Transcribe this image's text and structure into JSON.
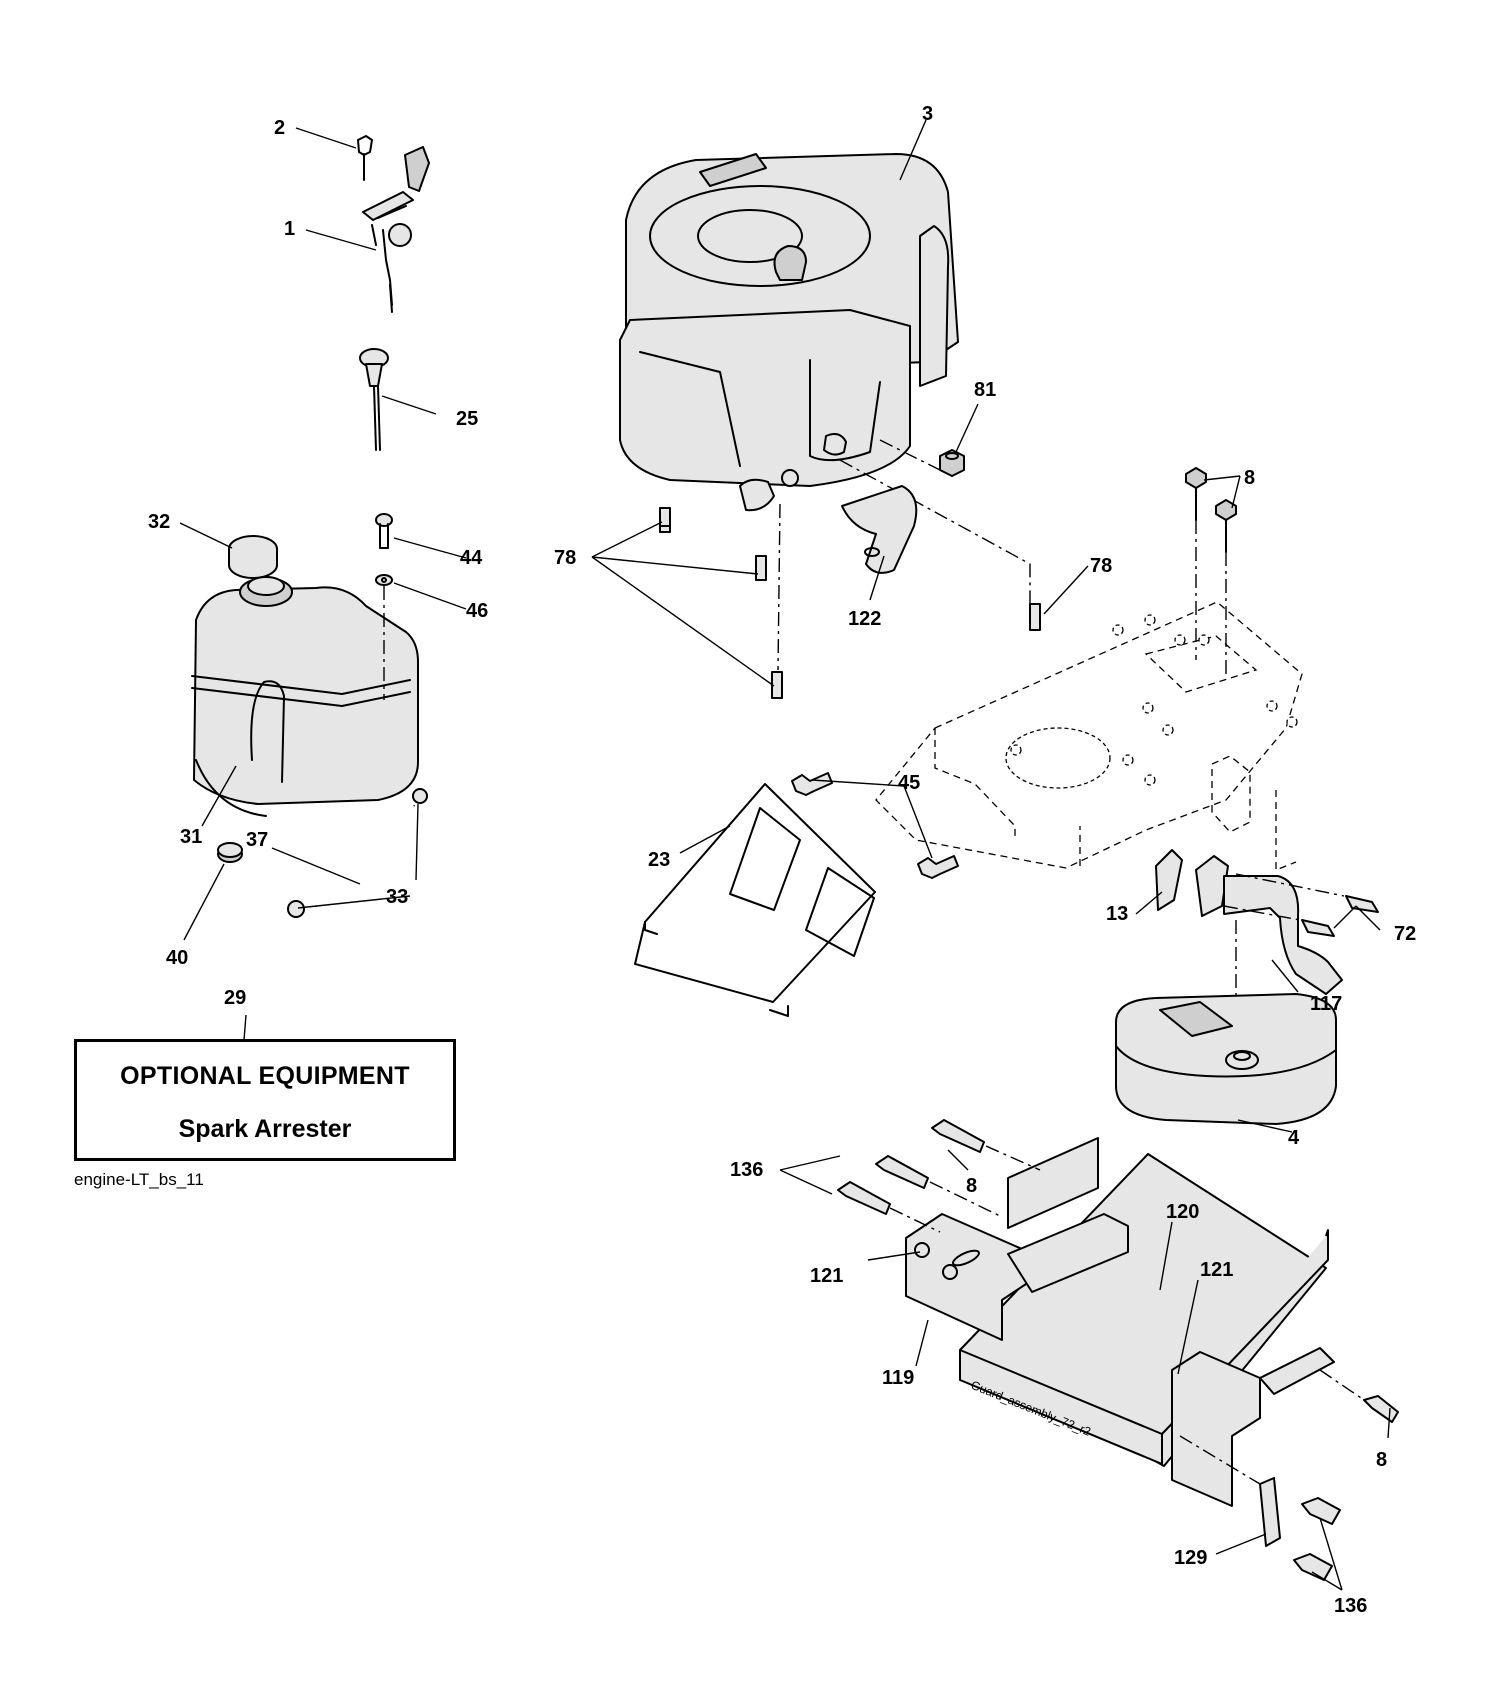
{
  "callouts": {
    "c1": "1",
    "c2": "2",
    "c3": "3",
    "c4": "4",
    "c8a": "8",
    "c8b": "8",
    "c8c": "8",
    "c13": "13",
    "c23": "23",
    "c25": "25",
    "c29": "29",
    "c31": "31",
    "c32": "32",
    "c33": "33",
    "c37": "37",
    "c40": "40",
    "c44": "44",
    "c45": "45",
    "c46": "46",
    "c72": "72",
    "c78a": "78",
    "c78b": "78",
    "c81": "81",
    "c117": "117",
    "c119": "119",
    "c120": "120",
    "c121a": "121",
    "c121b": "121",
    "c122": "122",
    "c129": "129",
    "c136a": "136",
    "c136b": "136"
  },
  "optional_box": {
    "title": "OPTIONAL EQUIPMENT",
    "subtitle": "Spark Arrester"
  },
  "figure_id": "engine-LT_bs_11",
  "part_label": "Guard_assembly_72_r2"
}
